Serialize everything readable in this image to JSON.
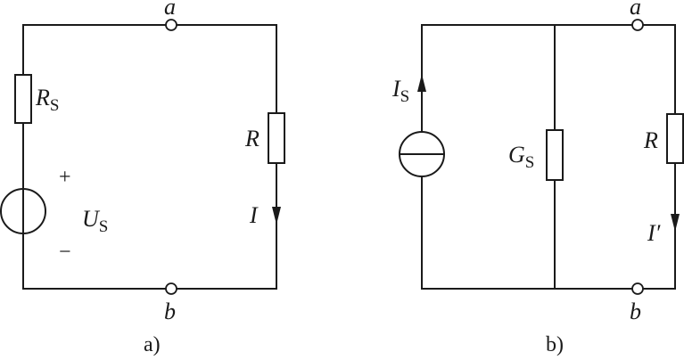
{
  "diagram_a": {
    "caption": "a)",
    "terminal_top": "a",
    "terminal_bottom": "b",
    "source_resistor": {
      "symbol": "R",
      "subscript": "S"
    },
    "voltage_source": {
      "symbol": "U",
      "subscript": "S",
      "plus": "+",
      "minus": "−"
    },
    "load_resistor": {
      "symbol": "R"
    },
    "current": {
      "symbol": "I"
    }
  },
  "diagram_b": {
    "caption": "b)",
    "terminal_top": "a",
    "terminal_bottom": "b",
    "current_source": {
      "symbol": "I",
      "subscript": "S"
    },
    "conductance": {
      "symbol": "G",
      "subscript": "S"
    },
    "load_resistor": {
      "symbol": "R"
    },
    "current": {
      "symbol": "I′"
    }
  }
}
